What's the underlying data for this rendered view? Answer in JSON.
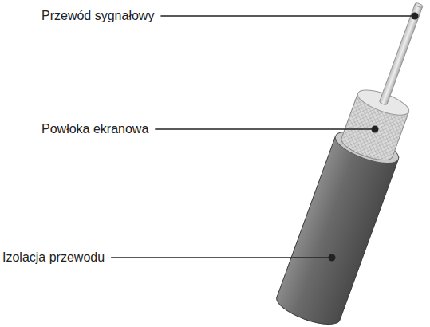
{
  "diagram": {
    "labels": [
      "Przewód sygnałowy",
      "Powłoka ekranowa",
      "Izolacja przewodu"
    ]
  }
}
